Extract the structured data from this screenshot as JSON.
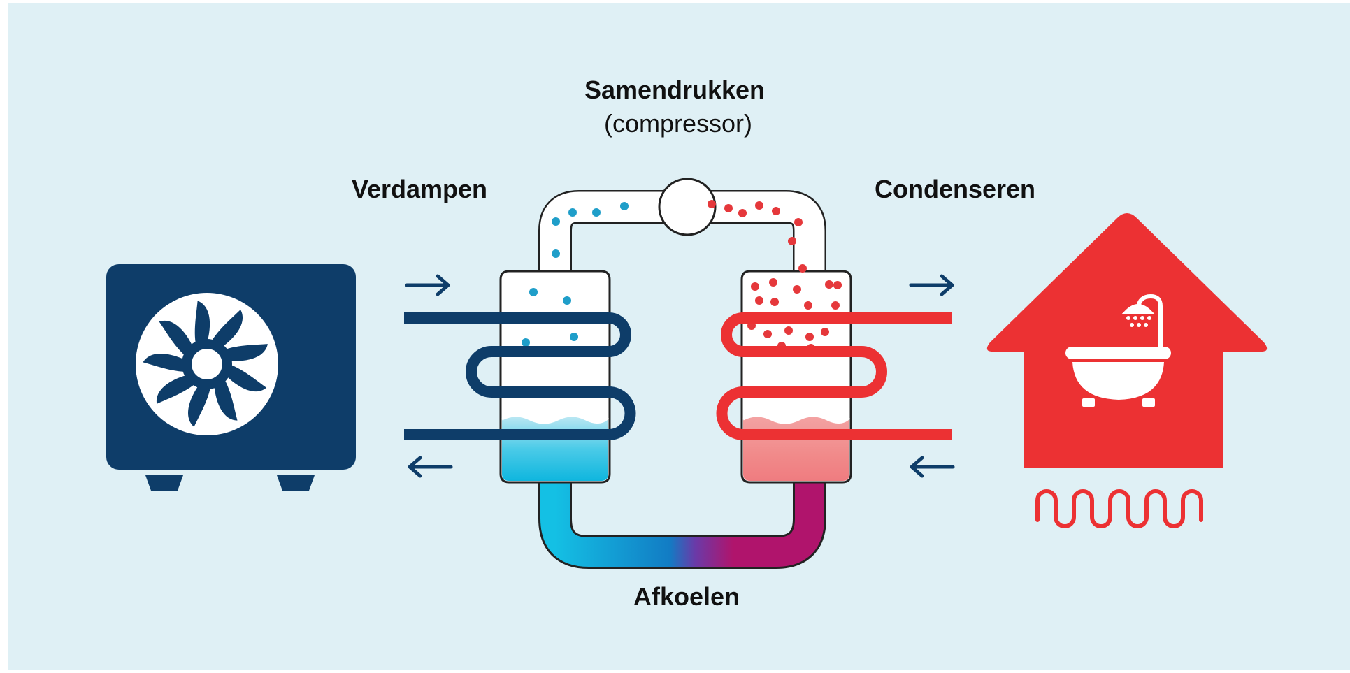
{
  "labels": {
    "compress_title": "Samendrukken",
    "compress_sub": "(compressor)",
    "evaporate": "Verdampen",
    "condense": "Condenseren",
    "cool": "Afkoelen"
  },
  "colors": {
    "background": "#dff0f5",
    "navy": "#0e3d69",
    "red": "#ec3133",
    "cold_dot": "#1f9ec9",
    "hot_dot": "#e5383b",
    "cold_liquid": "#18b9de",
    "hot_liquid": "#f17f80",
    "pipe_magenta": "#b0146c",
    "outline": "#222222"
  },
  "icons": {
    "outdoor_unit": "fan-unit-icon",
    "house": "house-icon",
    "bath": "bathtub-icon",
    "shower": "shower-icon",
    "heating": "floor-heating-icon"
  }
}
